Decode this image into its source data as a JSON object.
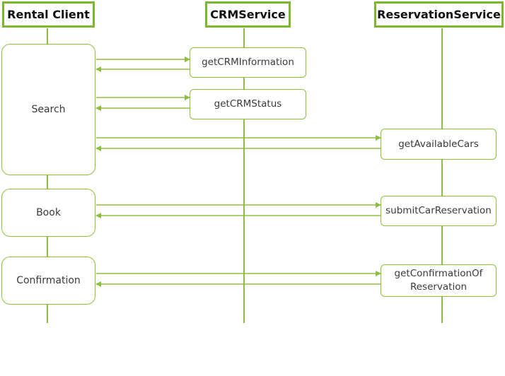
{
  "diagram": {
    "participants": {
      "client": "Rental Client",
      "crm": "CRMService",
      "reservation": "ReservationService"
    },
    "activities": {
      "search": "Search",
      "book": "Book",
      "confirmation": "Confirmation"
    },
    "operations": {
      "get_crm_information": "getCRMInformation",
      "get_crm_status": "getCRMStatus",
      "get_available_cars": "getAvailableCars",
      "submit_car_reservation": "submitCarReservation",
      "get_confirmation_line1": "getConfirmationOf",
      "get_confirmation_line2": "Reservation"
    },
    "colors": {
      "accent": "#8dbf3f",
      "header_border": "#7cb82f"
    }
  }
}
